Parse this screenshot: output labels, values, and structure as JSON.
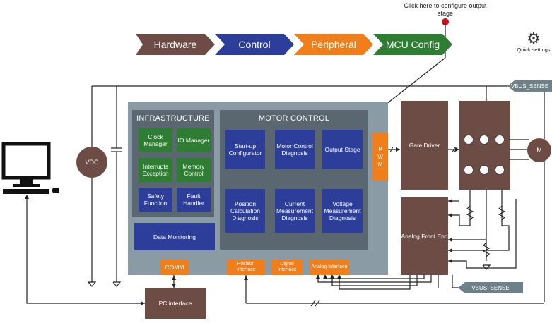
{
  "nav": {
    "items": [
      {
        "label": "Hardware",
        "color": "#6d4c45"
      },
      {
        "label": "Control",
        "color": "#2c3e99"
      },
      {
        "label": "Peripheral",
        "color": "#f07f1b"
      },
      {
        "label": "MCU Config",
        "color": "#2e7d32"
      }
    ],
    "callout": "Click here to configure output stage",
    "quick_settings": "Quick settings",
    "quick_settings_icon": "gear-icon"
  },
  "infrastructure": {
    "title": "INFRASTRUCTURE",
    "blocks": [
      "Clock Manager",
      "IO Manager",
      "Interrupts Exception",
      "Memory Control",
      "Safety Function",
      "Fault Handler"
    ],
    "data_monitoring": "Data Monitoring",
    "comm": "COMM"
  },
  "motor_control": {
    "title": "MOTOR CONTROL",
    "startup": "Start-up Configurator",
    "motor_diag": "Motor Control Diagnosis",
    "output_stage": "Output Stage",
    "position": "Position Calculation Diagnosis",
    "current": "Current Measurement Diagnosis",
    "voltage": "Voltage Measurement Diagnosis"
  },
  "interfaces": {
    "position": "Position Interface",
    "digital": "Digital Interface",
    "analog": "Analog Interface"
  },
  "pwm": "P W M",
  "gate_driver": "Gate Driver",
  "analog_front_end": "Analog Front End",
  "motor": "M",
  "vdc": "VDC",
  "pc_interface": "PC interface",
  "vbus_sense_top": "VBUS_SENSE",
  "vbus_sense_bottom": "VBUS_SENSE",
  "colors": {
    "brown": "#6d4c45",
    "blue": "#2c3e99",
    "orange": "#f07f1b",
    "green": "#2e7d32",
    "callout_dot": "#c0121b"
  }
}
